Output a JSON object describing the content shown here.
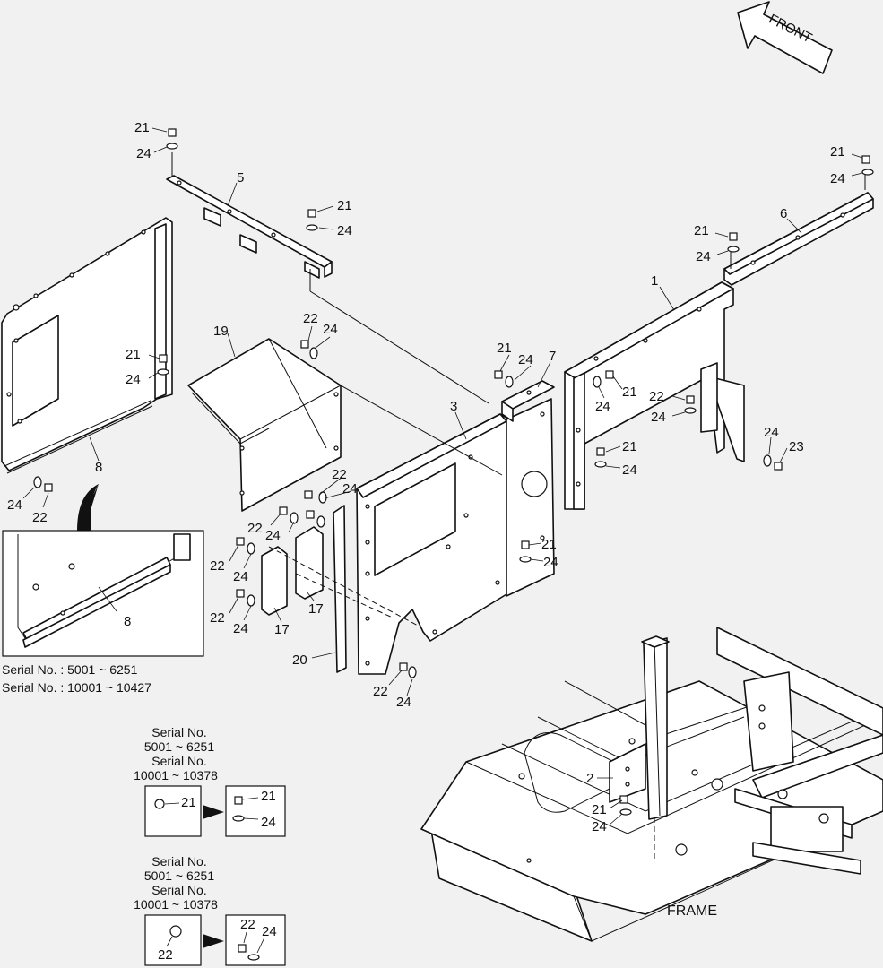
{
  "direction": {
    "label": "FRONT"
  },
  "frame_label": "FRAME",
  "callouts": [
    {
      "id": "c1",
      "text": "1"
    },
    {
      "id": "c2",
      "text": "2"
    },
    {
      "id": "c3",
      "text": "3"
    },
    {
      "id": "c5",
      "text": "5"
    },
    {
      "id": "c6",
      "text": "6"
    },
    {
      "id": "c7",
      "text": "7"
    },
    {
      "id": "c8a",
      "text": "8"
    },
    {
      "id": "c8b",
      "text": "8"
    },
    {
      "id": "c17a",
      "text": "17"
    },
    {
      "id": "c17b",
      "text": "17"
    },
    {
      "id": "c19",
      "text": "19"
    },
    {
      "id": "c20",
      "text": "20"
    },
    {
      "id": "c21a",
      "text": "21"
    },
    {
      "id": "c24a",
      "text": "24"
    },
    {
      "id": "c21b",
      "text": "21"
    },
    {
      "id": "c24b",
      "text": "24"
    },
    {
      "id": "c21c",
      "text": "21"
    },
    {
      "id": "c24c",
      "text": "24"
    },
    {
      "id": "c24d",
      "text": "24"
    },
    {
      "id": "c22d",
      "text": "22"
    },
    {
      "id": "c22e",
      "text": "22"
    },
    {
      "id": "c24e",
      "text": "24"
    },
    {
      "id": "c21f",
      "text": "21"
    },
    {
      "id": "c24f",
      "text": "24"
    },
    {
      "id": "c21g",
      "text": "21"
    },
    {
      "id": "c24g",
      "text": "24"
    },
    {
      "id": "c21h",
      "text": "21"
    },
    {
      "id": "c24h",
      "text": "24"
    },
    {
      "id": "c21i",
      "text": "21"
    },
    {
      "id": "c24i",
      "text": "24"
    },
    {
      "id": "c22j",
      "text": "22"
    },
    {
      "id": "c24j",
      "text": "24"
    },
    {
      "id": "c24k",
      "text": "24"
    },
    {
      "id": "c23k",
      "text": "23"
    },
    {
      "id": "c21l",
      "text": "21"
    },
    {
      "id": "c24l",
      "text": "24"
    },
    {
      "id": "c21m",
      "text": "21"
    },
    {
      "id": "c24m",
      "text": "24"
    },
    {
      "id": "c22n",
      "text": "22"
    },
    {
      "id": "c24n",
      "text": "24"
    },
    {
      "id": "c22o",
      "text": "22"
    },
    {
      "id": "c24o",
      "text": "24"
    },
    {
      "id": "c22p",
      "text": "22"
    },
    {
      "id": "c24p",
      "text": "24"
    },
    {
      "id": "c22q",
      "text": "22"
    },
    {
      "id": "c24q",
      "text": "24"
    },
    {
      "id": "c22r",
      "text": "22"
    },
    {
      "id": "c24r",
      "text": "24"
    },
    {
      "id": "c21s",
      "text": "21"
    },
    {
      "id": "c24s",
      "text": "24"
    }
  ],
  "detail_box": {
    "serial_line_1": "Serial No. : 5001 ~ 6251",
    "serial_line_2": "Serial No. : 10001 ~ 10427",
    "part_label": "8"
  },
  "change_notes": [
    {
      "serial_lines": [
        "Serial No.",
        "5001 ~ 6251",
        "Serial No.",
        "10001 ~ 10378"
      ],
      "old_labels": [
        "21"
      ],
      "new_labels": [
        "21",
        "24"
      ]
    },
    {
      "serial_lines": [
        "Serial No.",
        "5001 ~ 6251",
        "Serial No.",
        "10001 ~ 10378"
      ],
      "old_labels": [
        "22"
      ],
      "new_labels": [
        "22",
        "24"
      ]
    }
  ],
  "colors": {
    "background": "#f1f1f1",
    "line": "#111111",
    "part_fill": "#ffffff"
  }
}
